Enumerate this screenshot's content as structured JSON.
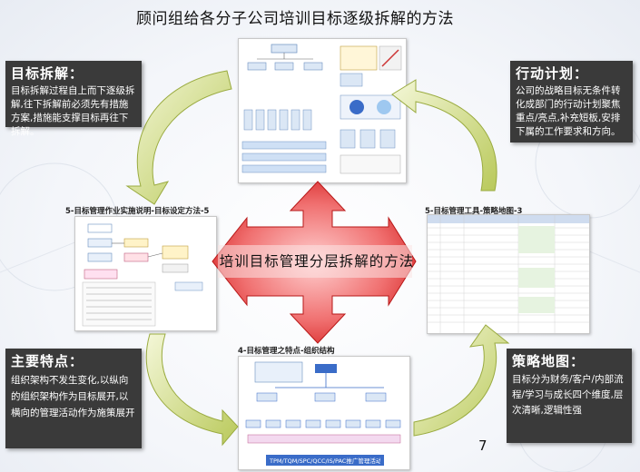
{
  "title": "顾问组给各分子公司培训目标逐级拆解的方法",
  "center_label": "培训目标管理分层拆解的方法",
  "page_number": "7",
  "colors": {
    "arrow_red": "#e03030",
    "panel_bg": "#3a3a3a",
    "curve_arrow": "#c8d870"
  },
  "panels": {
    "top_left": {
      "heading": "目标拆解：",
      "body": "目标拆解过程自上而下逐级拆解,往下拆解前必须先有措施方案,措施能支撑目标再往下拆解。"
    },
    "top_right": {
      "heading": "行动计划：",
      "body": "公司的战略目标无条件转化成部门的行动计划聚焦重点/亮点,补充短板,安排下属的工作要求和方向。"
    },
    "bottom_left": {
      "heading": "主要特点：",
      "body": "组织架构不发生变化,以纵向的组织架构作为目标展开,以横向的管理活动作为施策展开"
    },
    "bottom_right": {
      "heading": "策略地图：",
      "body": "目标分为财务/客户/内部流程/学习与成长四个维度,层次清晰,逻辑性强"
    }
  },
  "thumbs": {
    "left": {
      "title": "5-目标管理作业实施说明-目标设定方法-5"
    },
    "right": {
      "title": "5-目标管理工具-策略地图-3"
    },
    "bottom": {
      "title": "4-目标管理之特点-组织结构",
      "footer": "TPM/TQM/SPC/QCC/IS/PAC推广管理活动"
    }
  }
}
